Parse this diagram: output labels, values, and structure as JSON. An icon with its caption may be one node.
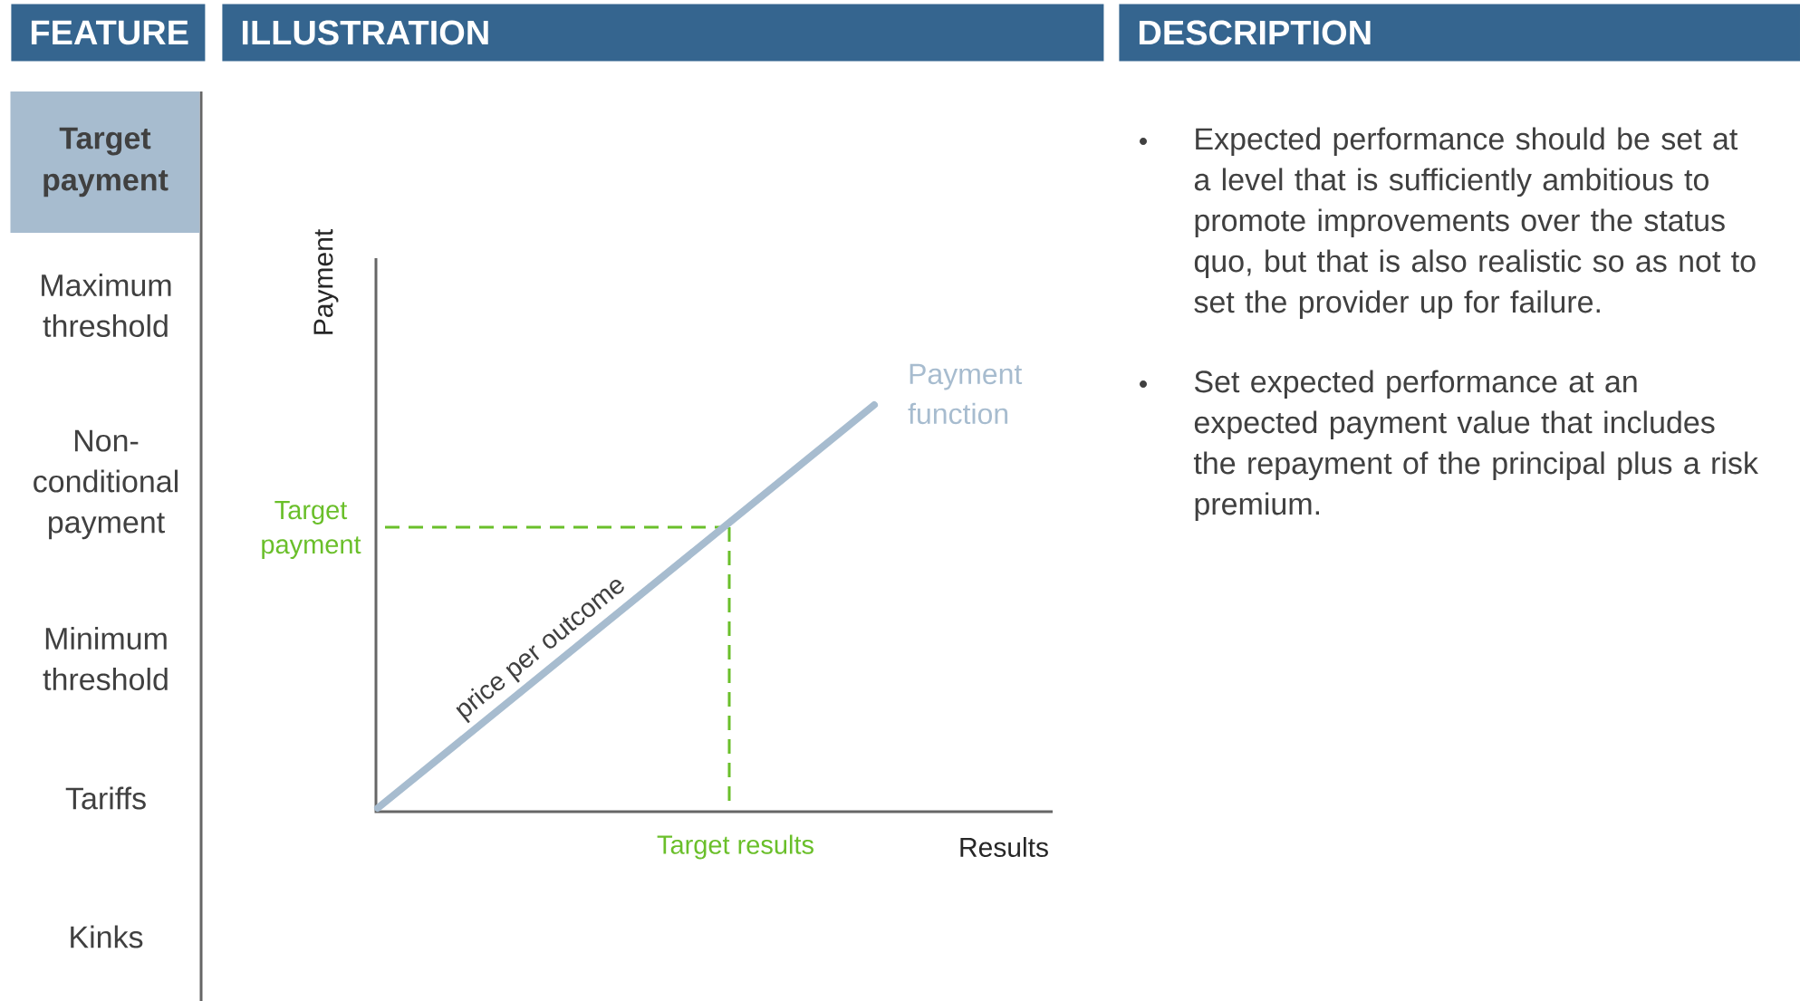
{
  "diagram": {
    "nodes": [
      {
        "text": [
          "FEATURE"
        ]
      },
      {
        "text": [
          "ILLUSTRATION"
        ]
      },
      {
        "text": [
          "DESCRIPTION"
        ]
      },
      {
        "text": [
          "Target payment"
        ]
      }
    ],
    "labels": [
      "Maximum threshold",
      "Non- conditional payment",
      "Minimum threshold",
      "Tariffs",
      "Kinks",
      "Payment",
      "Payment function",
      "Target payment",
      "price per outcome",
      "Target results",
      "Results",
      "Expected performance should be set at a level that is sufficiently ambitious to promote improvements over the status quo, but that is also realistic so as not to set the provider up for failure.",
      "Set expected performance at an expected payment value that includes the repayment of the principal plus a risk premium."
    ]
  }
}
